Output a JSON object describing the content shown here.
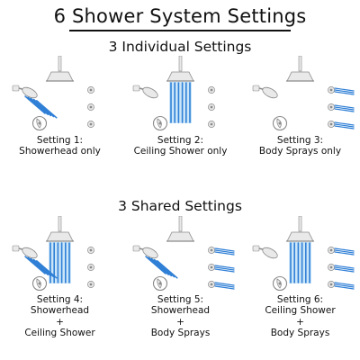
{
  "title": "6 Shower System Settings",
  "sections": {
    "individual": "3 Individual Settings",
    "shared": "3 Shared Settings"
  },
  "colors": {
    "water": "#2f7fd6",
    "water_light": "#8cc8f2",
    "fixture": "#8a8a8a",
    "fixture_light": "#e9e9e9",
    "text": "#111111"
  },
  "settings": [
    {
      "lines": [
        "Setting 1:",
        "Showerhead only"
      ],
      "active": {
        "wall": true,
        "ceiling": false,
        "body": false
      }
    },
    {
      "lines": [
        "Setting 2:",
        "Ceiling Shower only"
      ],
      "active": {
        "wall": false,
        "ceiling": true,
        "body": false
      }
    },
    {
      "lines": [
        "Setting 3:",
        "Body Sprays only"
      ],
      "active": {
        "wall": false,
        "ceiling": false,
        "body": true
      }
    },
    {
      "lines": [
        "Setting 4:",
        "Showerhead",
        "+",
        "Ceiling Shower"
      ],
      "active": {
        "wall": true,
        "ceiling": true,
        "body": false
      }
    },
    {
      "lines": [
        "Setting 5:",
        "Showerhead",
        "+",
        "Body Sprays"
      ],
      "active": {
        "wall": true,
        "ceiling": false,
        "body": true
      }
    },
    {
      "lines": [
        "Setting 6:",
        "Ceiling Shower",
        "+",
        "Body Sprays"
      ],
      "active": {
        "wall": false,
        "ceiling": true,
        "body": true
      }
    }
  ]
}
